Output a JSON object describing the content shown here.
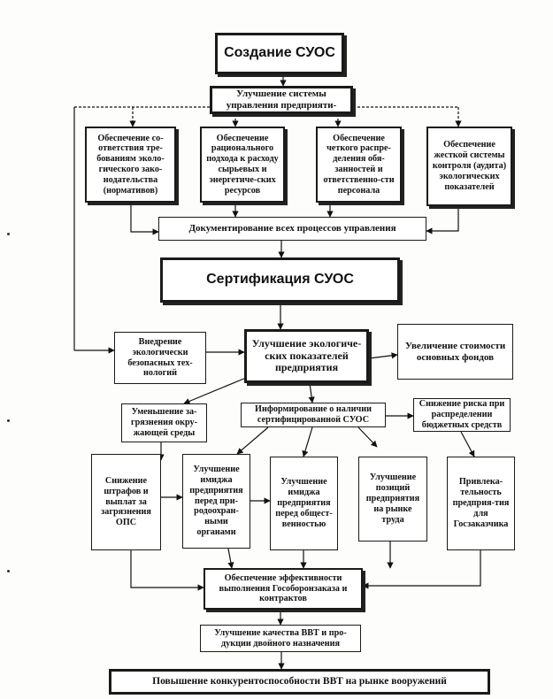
{
  "nodes": {
    "create": "Создание СУОС",
    "improve_mgmt": "Улучшение системы управления предприяти-",
    "compliance": "Обеспечение со-ответствия тре-бованиям эколо-гического зако-нодательства (нормативов)",
    "rational": "Обеспечение рационального подхода к расходу сырьевых и энергетиче-ских ресурсов",
    "distribution": "Обеспечение четкого распре-деления обя-занностей и ответственно-сти персонала",
    "audit": "Обеспечение жесткой системы контроля (аудита) экологических показателей",
    "documenting": "Документирование всех процессов управления",
    "certification": "Сертификация СУОС",
    "technologies": "Внедрение экологически безопасных тех-нологий",
    "eco_indicators": "Улучшение экологиче-ских показателей предприятия",
    "assets": "Увеличение стоимости основных фондов",
    "pollution": "Уменьшение за-грязнения окру-жающей среды",
    "informing": "Информирование о наличии сертифицированной СУОС",
    "risk": "Снижение риска при распределении бюджетных средств",
    "fines": "Снижение штрафов и выплат за загрязнения ОПС",
    "image_gov": "Улучшение имиджа предприятия перед при-родоохран-ными органами",
    "image_public": "Улучшение имиджа предприятия перед общест-венностью",
    "labor": "Улучшение позиций предприятия на рынке труда",
    "attractiveness": "Привлека-тельность предприя-тия для Госзаказчика",
    "efficiency": "Обеспечение эффективности выполнения Гособоронзаказа и контрактов",
    "quality": "Улучшение качества ВВТ и про-дукции двойного назначения",
    "competitiveness": "Повышение конкурентоспособности ВВТ на рынке вооружений"
  }
}
